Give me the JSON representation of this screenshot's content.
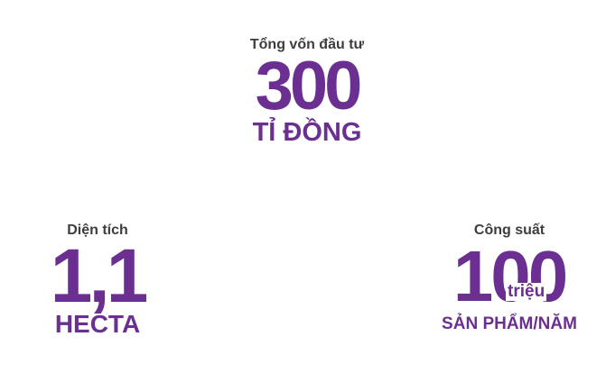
{
  "investment": {
    "label": "Tổng vốn đầu tư",
    "value": "300",
    "unit": "TỈ ĐỒNG"
  },
  "area": {
    "label": "Diện tích",
    "value": "1,1",
    "unit": "HECTA"
  },
  "capacity": {
    "label": "Công suất",
    "value": "100",
    "overlay": "triệu",
    "unit": "SẢN PHẨM/NĂM"
  },
  "colors": {
    "accent": "#6a2f91",
    "label": "#3d3d3d",
    "background": "#ffffff"
  }
}
